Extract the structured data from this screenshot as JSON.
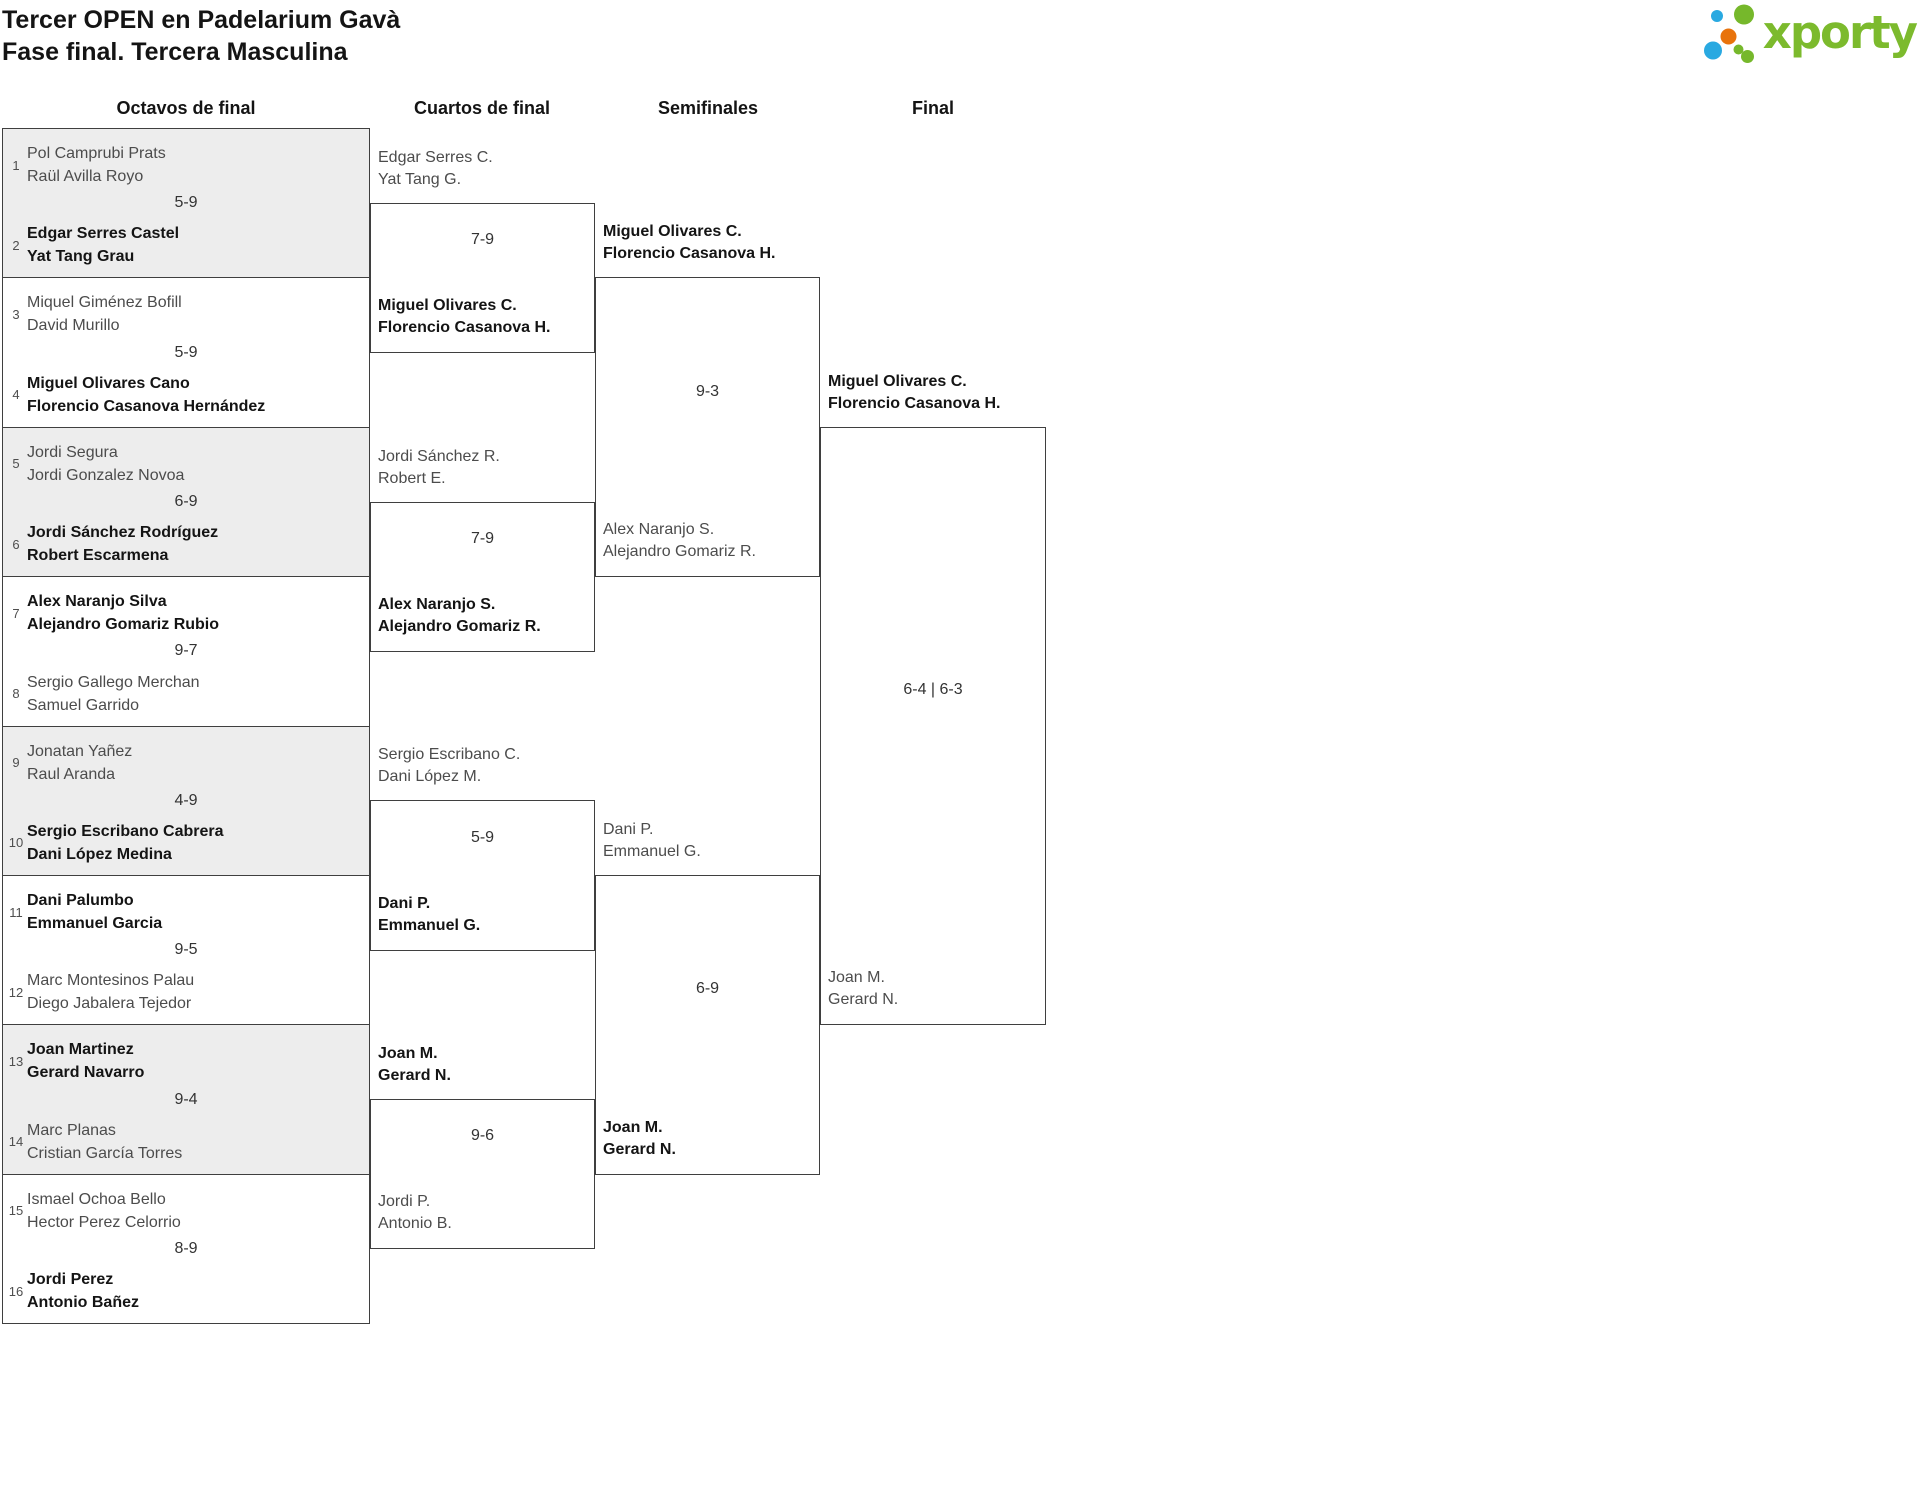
{
  "title": {
    "line1": "Tercer OPEN en Padelarium Gavà",
    "line2": "Fase final. Tercera Masculina"
  },
  "logo": {
    "text": "xporty",
    "colors": {
      "blue": "#29A9E1",
      "orange": "#E8730C",
      "green": "#76B82B",
      "text_green": "#7CBA2D"
    }
  },
  "colors": {
    "line": "#3F3F3F",
    "shaded_row": "#EDEDED"
  },
  "rounds": [
    {
      "label": "Octavos de final"
    },
    {
      "label": "Cuartos de final"
    },
    {
      "label": "Semifinales"
    },
    {
      "label": "Final"
    }
  ],
  "octavos": [
    {
      "shaded": true,
      "score": "5-9",
      "top": {
        "seed": "1",
        "win": false,
        "players": [
          "Pol Camprubi Prats",
          "Raül Avilla Royo"
        ]
      },
      "bottom": {
        "seed": "2",
        "win": true,
        "players": [
          "Edgar Serres Castel",
          "Yat Tang Grau"
        ]
      }
    },
    {
      "shaded": false,
      "score": "5-9",
      "top": {
        "seed": "3",
        "win": false,
        "players": [
          "Miquel Giménez Bofill",
          "David Murillo"
        ]
      },
      "bottom": {
        "seed": "4",
        "win": true,
        "players": [
          "Miguel Olivares Cano",
          "Florencio Casanova Hernández"
        ]
      }
    },
    {
      "shaded": true,
      "score": "6-9",
      "top": {
        "seed": "5",
        "win": false,
        "players": [
          "Jordi Segura",
          "Jordi Gonzalez Novoa"
        ]
      },
      "bottom": {
        "seed": "6",
        "win": true,
        "players": [
          "Jordi Sánchez Rodríguez",
          "Robert Escarmena"
        ]
      }
    },
    {
      "shaded": false,
      "score": "9-7",
      "top": {
        "seed": "7",
        "win": true,
        "players": [
          "Alex Naranjo Silva",
          "Alejandro Gomariz Rubio"
        ]
      },
      "bottom": {
        "seed": "8",
        "win": false,
        "players": [
          "Sergio Gallego Merchan",
          "Samuel Garrido"
        ]
      }
    },
    {
      "shaded": true,
      "score": "4-9",
      "top": {
        "seed": "9",
        "win": false,
        "players": [
          "Jonatan Yañez",
          "Raul Aranda"
        ]
      },
      "bottom": {
        "seed": "10",
        "win": true,
        "players": [
          "Sergio Escribano Cabrera",
          "Dani López Medina"
        ]
      }
    },
    {
      "shaded": false,
      "score": "9-5",
      "top": {
        "seed": "11",
        "win": true,
        "players": [
          "Dani Palumbo",
          "Emmanuel Garcia"
        ]
      },
      "bottom": {
        "seed": "12",
        "win": false,
        "players": [
          "Marc Montesinos Palau",
          "Diego Jabalera Tejedor"
        ]
      }
    },
    {
      "shaded": true,
      "score": "9-4",
      "top": {
        "seed": "13",
        "win": true,
        "players": [
          "Joan Martinez",
          "Gerard Navarro"
        ]
      },
      "bottom": {
        "seed": "14",
        "win": false,
        "players": [
          "Marc Planas",
          "Cristian García Torres"
        ]
      }
    },
    {
      "shaded": false,
      "score": "8-9",
      "top": {
        "seed": "15",
        "win": false,
        "players": [
          "Ismael Ochoa Bello",
          "Hector Perez Celorrio"
        ]
      },
      "bottom": {
        "seed": "16",
        "win": true,
        "players": [
          "Jordi Perez",
          "Antonio Bañez"
        ]
      }
    }
  ],
  "cuartos": [
    {
      "score": "7-9",
      "top": {
        "win": false,
        "players": [
          "Edgar Serres C.",
          "Yat Tang G."
        ]
      },
      "bottom": {
        "win": true,
        "players": [
          "Miguel Olivares C.",
          "Florencio Casanova H."
        ]
      }
    },
    {
      "score": "7-9",
      "top": {
        "win": false,
        "players": [
          "Jordi Sánchez R.",
          "Robert E."
        ]
      },
      "bottom": {
        "win": true,
        "players": [
          "Alex Naranjo S.",
          "Alejandro Gomariz R."
        ]
      }
    },
    {
      "score": "5-9",
      "top": {
        "win": false,
        "players": [
          "Sergio Escribano C.",
          "Dani López M."
        ]
      },
      "bottom": {
        "win": true,
        "players": [
          "Dani P.",
          "Emmanuel G."
        ]
      }
    },
    {
      "score": "9-6",
      "top": {
        "win": true,
        "players": [
          "Joan M.",
          "Gerard N."
        ]
      },
      "bottom": {
        "win": false,
        "players": [
          "Jordi P.",
          "Antonio B."
        ]
      }
    }
  ],
  "semifinales": [
    {
      "score": "9-3",
      "top": {
        "win": true,
        "players": [
          "Miguel Olivares C.",
          "Florencio Casanova H."
        ]
      },
      "bottom": {
        "win": false,
        "players": [
          "Alex Naranjo S.",
          "Alejandro Gomariz R."
        ]
      }
    },
    {
      "score": "6-9",
      "top": {
        "win": false,
        "players": [
          "Dani P.",
          "Emmanuel G."
        ]
      },
      "bottom": {
        "win": true,
        "players": [
          "Joan M.",
          "Gerard N."
        ]
      }
    }
  ],
  "final": [
    {
      "score": "6-4 | 6-3",
      "top": {
        "win": true,
        "players": [
          "Miguel Olivares C.",
          "Florencio Casanova H."
        ]
      },
      "bottom": {
        "win": false,
        "players": [
          "Joan M.",
          "Gerard N."
        ]
      }
    }
  ]
}
